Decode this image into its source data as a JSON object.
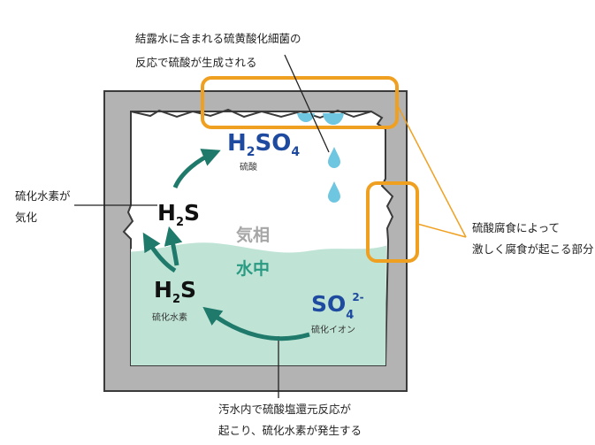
{
  "annotations": {
    "top_line1": "結露水に含まれる硫黄酸化細菌の",
    "top_line2": "反応で硫酸が生成される",
    "left_line1": "硫化水素が",
    "left_line2": "気化",
    "right_line1": "硫酸腐食によって",
    "right_line2": "激しく腐食が起こる部分",
    "bottom_line1": "汚水内で硫酸塩還元反応が",
    "bottom_line2": "起こり、硫化水素が発生する"
  },
  "chemicals": {
    "h2so4": {
      "main1": "H",
      "sub1": "2",
      "main2": "SO",
      "sub2": "4",
      "label": "硫酸"
    },
    "h2s_gas": {
      "main1": "H",
      "sub1": "2",
      "main2": "S"
    },
    "h2s_liquid": {
      "main1": "H",
      "sub1": "2",
      "main2": "S",
      "label": "硫化水素"
    },
    "so4": {
      "main": "SO",
      "sub": "4",
      "sup": "2-",
      "label": "硫化イオン"
    }
  },
  "zones": {
    "gas": "気相",
    "water": "水中"
  },
  "colors": {
    "wall": "#b3b3b3",
    "wall_stroke": "#3a3a3a",
    "water": "#bfe4d6",
    "arrow": "#1f7a6b",
    "highlight": "#f0a020",
    "sulfate_blue": "#1e4aa0",
    "droplet": "#6ec6e0",
    "gas_label": "#a6a6a6",
    "water_label": "#2a9a82"
  }
}
